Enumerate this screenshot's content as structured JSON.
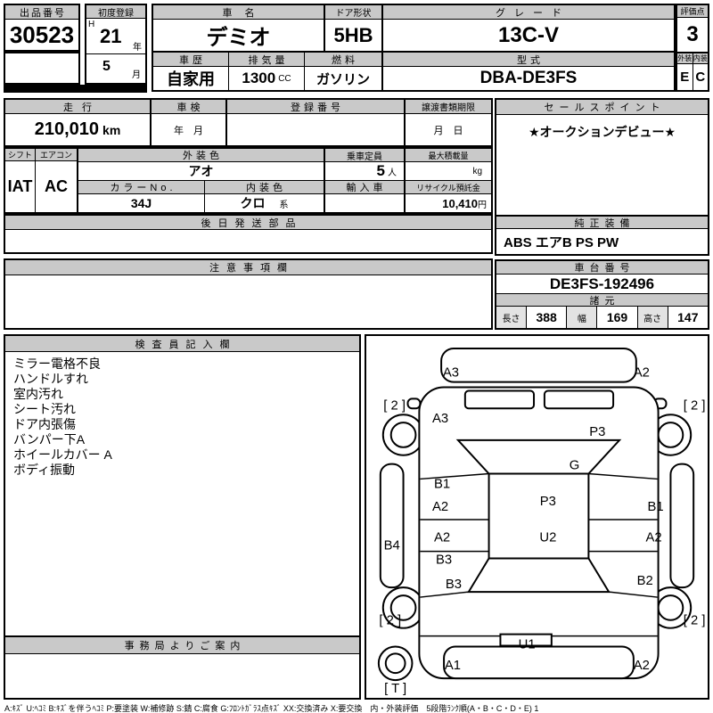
{
  "top": {
    "auction_no_label": "出品番号",
    "auction_no": "30523",
    "first_reg_label": "初度登録",
    "first_reg_era": "H",
    "first_reg_year": "21",
    "first_reg_year_unit": "年",
    "first_reg_month": "5",
    "first_reg_month_unit": "月",
    "car_name_label": "車名",
    "car_name": "デミオ",
    "door_label": "ドア形状",
    "door": "5HB",
    "grade_label": "グレード",
    "grade": "13C-V",
    "score_label": "評価点",
    "score": "3",
    "history_label": "車歴",
    "history": "自家用",
    "displacement_label": "排気量",
    "displacement": "1300",
    "displacement_unit": "CC",
    "fuel_label": "燃料",
    "fuel": "ガソリン",
    "model_label": "型式",
    "model": "DBA-DE3FS",
    "exterior_label": "外装",
    "interior_label": "内装",
    "exterior_grade": "E",
    "interior_grade": "C"
  },
  "row3": {
    "mileage_label": "走行",
    "mileage": "210,010",
    "mileage_unit": "km",
    "shaken_label": "車検",
    "shaken_value": "年　月",
    "reg_no_label": "登録番号",
    "transfer_label": "譲渡書類期限",
    "transfer_value": "月　日"
  },
  "row4": {
    "shift_label": "シフト",
    "shift": "IAT",
    "aircon_label": "エアコン",
    "aircon": "AC",
    "ext_color_label": "外装色",
    "ext_color": "アオ",
    "capacity_label": "乗車定員",
    "capacity": "5",
    "capacity_unit": "人",
    "max_load_label": "最大積載量",
    "max_load_unit": "kg",
    "color_no_label": "カラーNo.",
    "color_no": "34J",
    "int_color_label": "内装色",
    "int_color": "クロ",
    "int_color_unit": "系",
    "import_label": "輸入車",
    "recycle_label": "リサイクル預託金",
    "recycle": "10,410",
    "recycle_unit": "円"
  },
  "parts": {
    "label": "後日発送部品"
  },
  "notice": {
    "label": "注意事項欄"
  },
  "right": {
    "sales_label": "セールスポイント",
    "sales_point": "★オークションデビュー★",
    "equipment_label": "純正装備",
    "equipment": "ABS エアB PS PW",
    "chassis_label": "車台番号",
    "chassis_no": "DE3FS-192496",
    "spec_label": "諸元",
    "length_label": "長さ",
    "length": "388",
    "width_label": "幅",
    "width": "169",
    "height_label": "高さ",
    "height": "147"
  },
  "inspector": {
    "label": "検査員記入欄",
    "notes": [
      "ミラー電格不良",
      "ハンドルすれ",
      "室内汚れ",
      "シート汚れ",
      "ドア内張傷",
      "バンパー下A",
      "ホイールカバー A",
      "ボディ振動"
    ]
  },
  "office": {
    "label": "事務局よりご案内"
  },
  "diagram": {
    "labels": [
      "A3",
      "A2",
      "[ 2 ]",
      "[ 2 ]",
      "A3",
      "P3",
      "B1",
      "G",
      "A2",
      "P3",
      "B1",
      "A2",
      "U2",
      "A2",
      "B4",
      "B3",
      "B3",
      "B2",
      "[ 2 ]",
      "[ 2 ]",
      "U1",
      "A1",
      "A2",
      "[ T ]"
    ]
  },
  "legend": {
    "text": "A:ｷｽﾞ U:ﾍｺﾐ B:ｷｽﾞを伴うﾍｺﾐ P:要塗装 W:補修跡 S:錆 C:腐食 G:ﾌﾛﾝﾄｶﾞﾗｽ点ｷｽﾞ XX:交換済み X:要交換　内・外装評価　5段階ﾗﾝｸ順(A・B・C・D・E) 1"
  }
}
